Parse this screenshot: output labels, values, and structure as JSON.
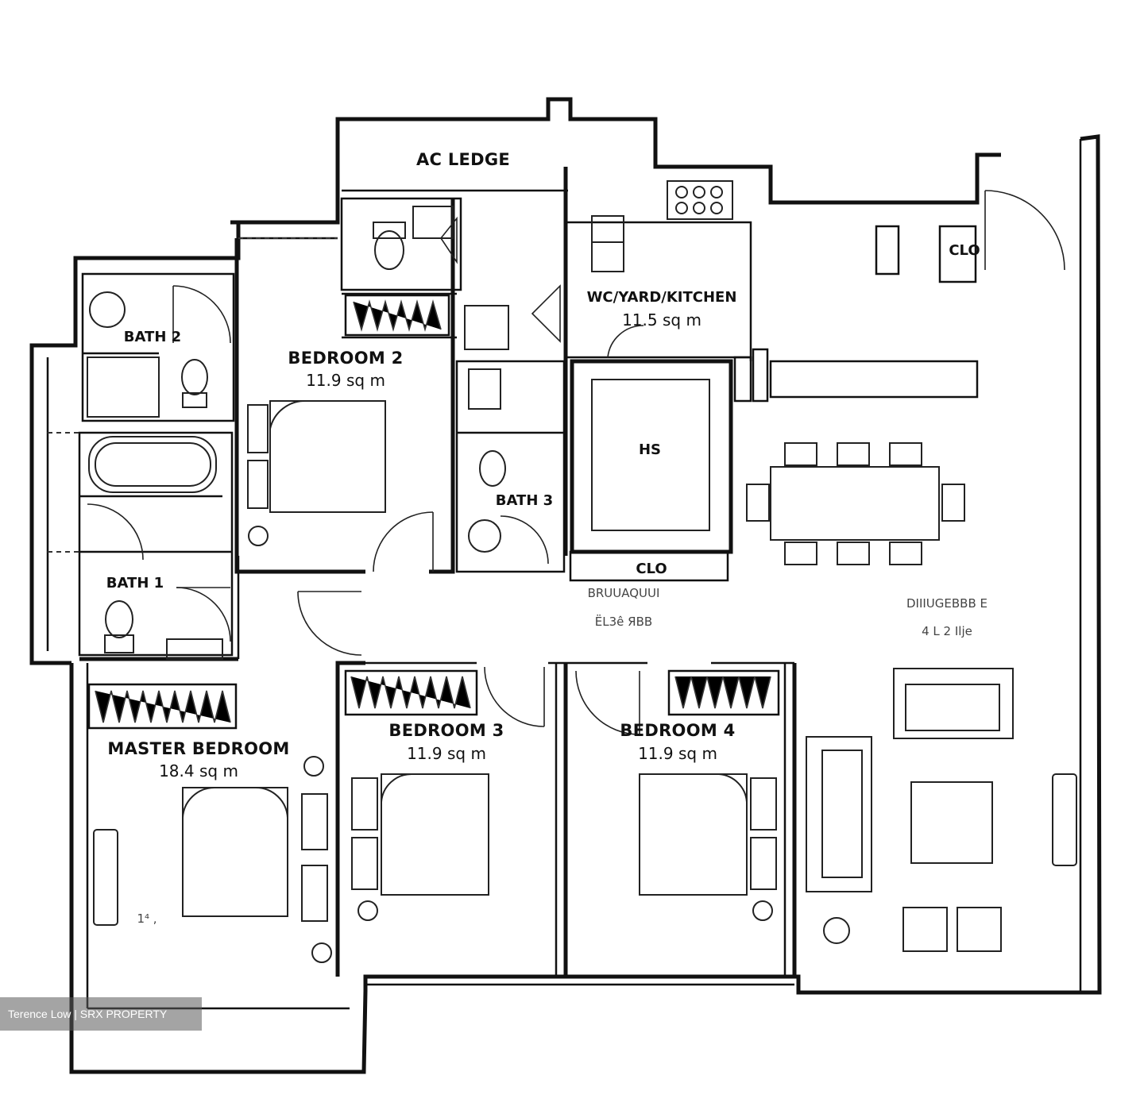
{
  "floorplan": {
    "rooms": {
      "ac_ledge": {
        "label": "AC LEDGE"
      },
      "wc_yard_kitchen": {
        "label": "WC/YARD/KITCHEN",
        "area": "11.5 sq m"
      },
      "bath_2": {
        "label": "BATH 2"
      },
      "bedroom_2": {
        "label": "BEDROOM 2",
        "area": "11.9 sq m"
      },
      "bath_3": {
        "label": "BATH 3"
      },
      "hs": {
        "label": "HS"
      },
      "clo_top": {
        "label": "CLO"
      },
      "clo_mid": {
        "label": "CLO"
      },
      "bath_1": {
        "label": "BATH 1"
      },
      "master_bedroom": {
        "label": "MASTER BEDROOM",
        "area": "18.4 sq m"
      },
      "bedroom_3": {
        "label": "BEDROOM 3",
        "area": "11.9 sq m"
      },
      "bedroom_4": {
        "label": "BEDROOM 4",
        "area": "11.9 sq m"
      }
    },
    "smudged_text": {
      "hallway_title": "BRUUAQUUI",
      "hallway_sub": "ЁL3ê   ЯBB",
      "living_title": "DIIIUGEBBB E",
      "living_sub": "4 L 2  Ilje",
      "master_note": "1⁴ ,"
    }
  },
  "watermark": {
    "text": "Terence Low | SRX PROPERTY"
  }
}
